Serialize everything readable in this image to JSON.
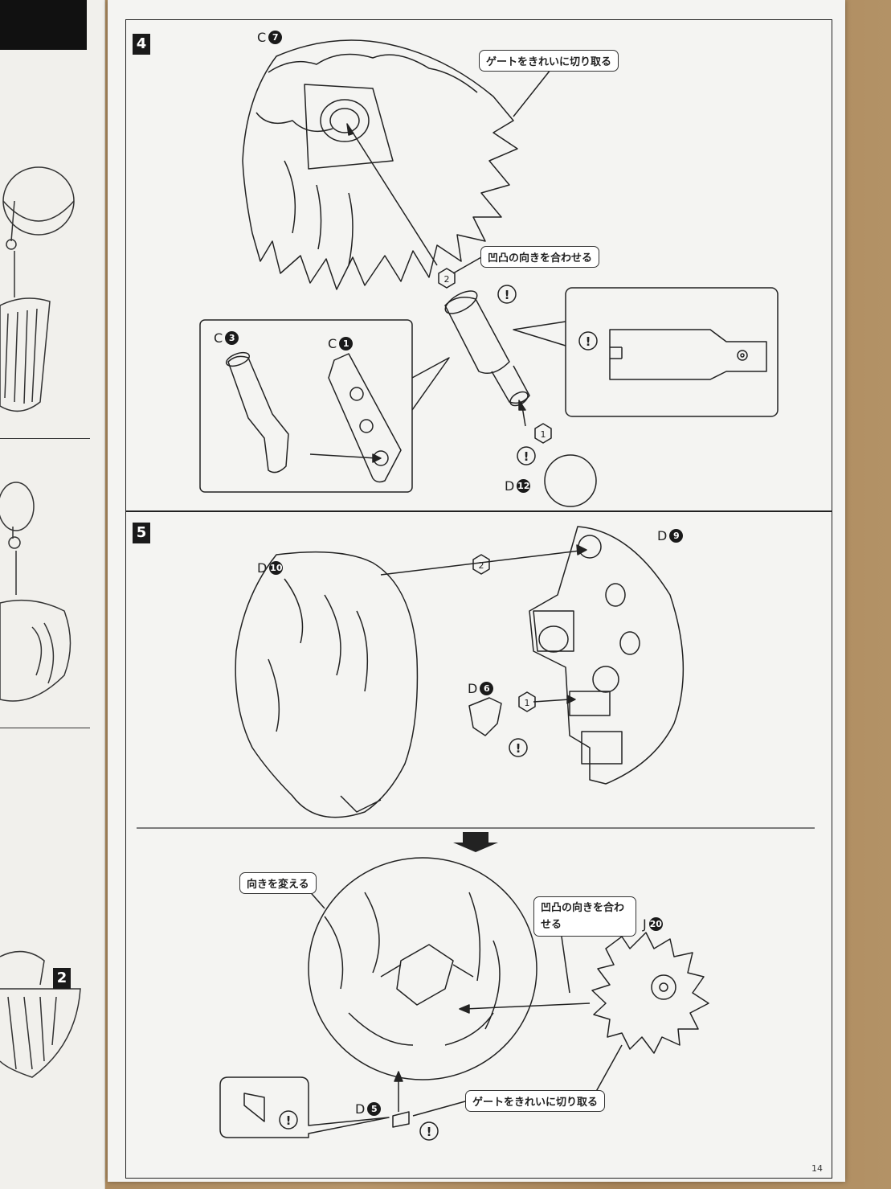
{
  "left_page": {
    "step_number": "2"
  },
  "steps": [
    {
      "number": "4",
      "parts": [
        {
          "letter": "C",
          "num": "7"
        },
        {
          "letter": "C",
          "num": "3"
        },
        {
          "letter": "C",
          "num": "1"
        },
        {
          "letter": "D",
          "num": "12"
        }
      ],
      "callouts": [
        "ゲートをきれいに切り取る",
        "凹凸の向きを合わせる"
      ],
      "order_marks": [
        "1",
        "2"
      ]
    },
    {
      "number": "5",
      "parts": [
        {
          "letter": "D",
          "num": "10"
        },
        {
          "letter": "D",
          "num": "9"
        },
        {
          "letter": "D",
          "num": "6"
        },
        {
          "letter": "J",
          "num": "20"
        },
        {
          "letter": "D",
          "num": "5"
        }
      ],
      "callouts": [
        "向きを変える",
        "凹凸の向きを合わせる",
        "ゲートをきれいに切り取る"
      ],
      "order_marks": [
        "1",
        "2"
      ]
    }
  ],
  "page_number": "14",
  "colors": {
    "ink": "#1a1a1a",
    "paper": "#f4f4f2",
    "wood": "#b08f62"
  }
}
